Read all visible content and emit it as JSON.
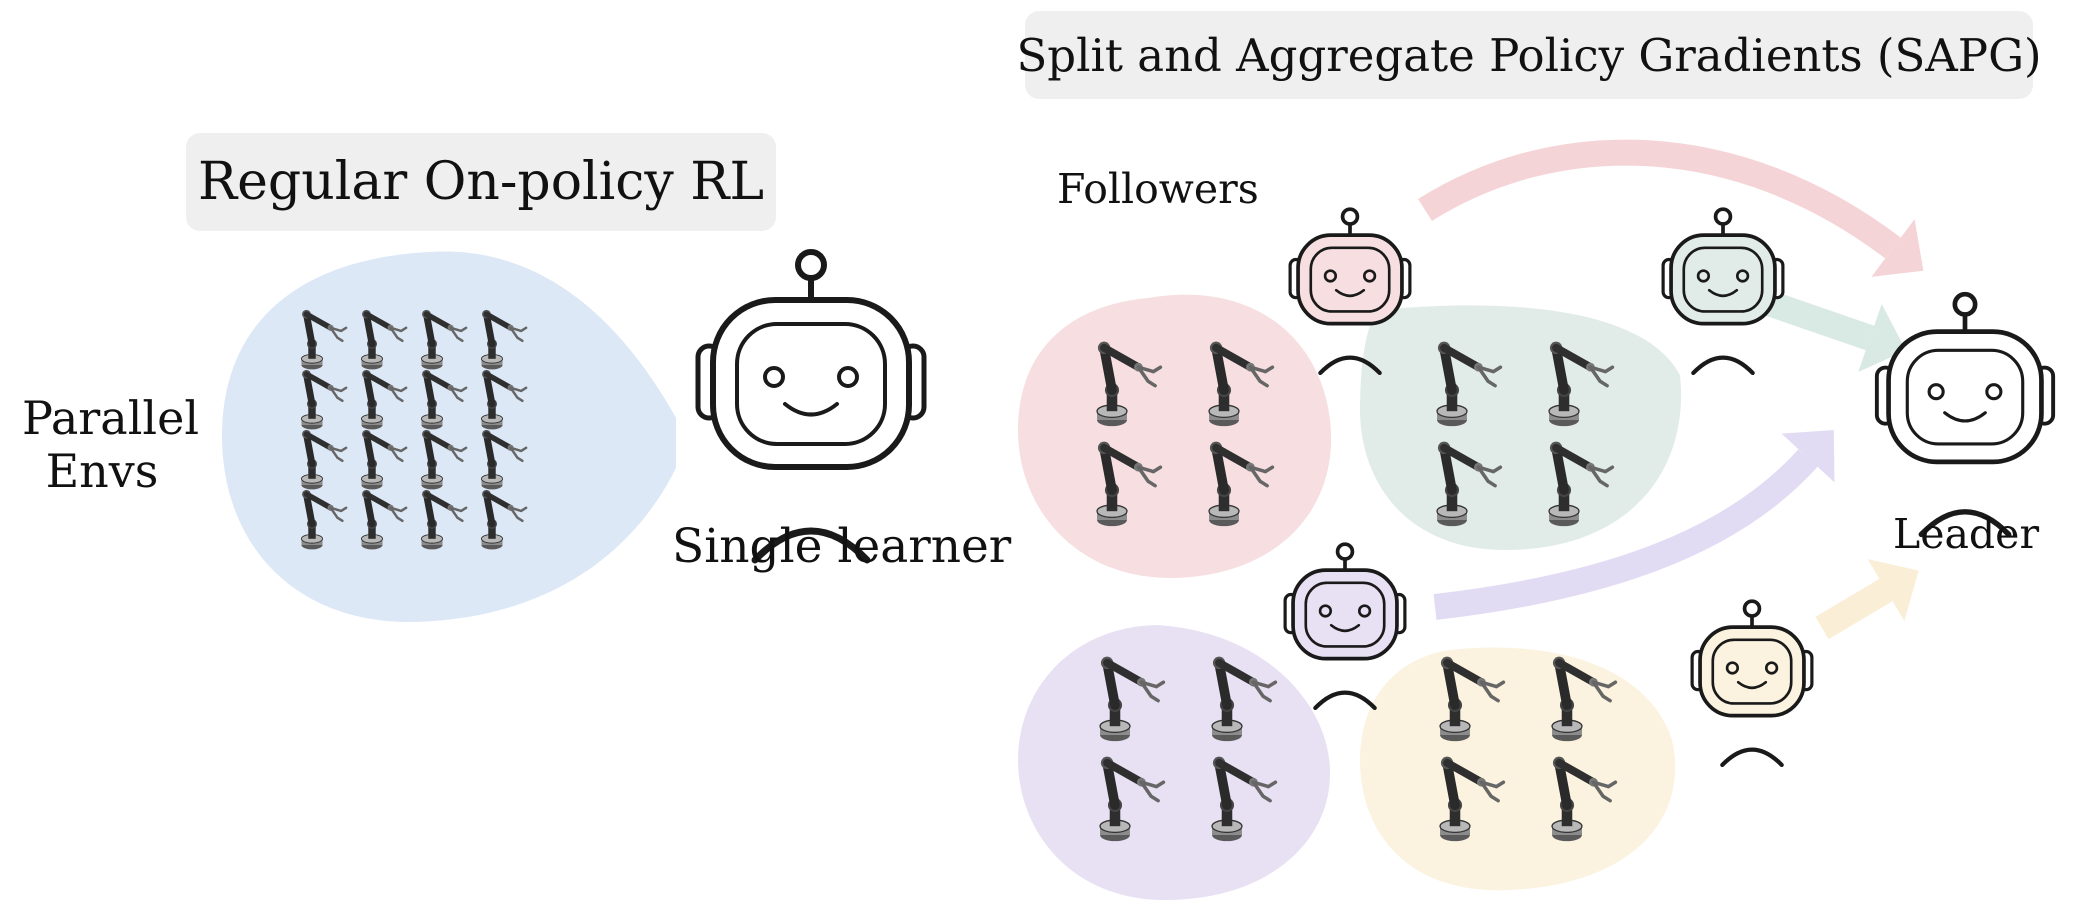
{
  "left": {
    "title": "Regular On-policy RL",
    "envs_label_line1": "Parallel",
    "envs_label_line2": "Envs",
    "learner_label": "Single learner",
    "env_color": "#dce8f6"
  },
  "right": {
    "title": "Split and Aggregate Policy Gradients (SAPG)",
    "followers_label": "Followers",
    "leader_label": "Leader",
    "group_colors": {
      "pink": "#f7dfe1",
      "teal": "#e1ece8",
      "purple": "#e8e1f3",
      "yellow": "#fbf3df"
    },
    "arrow_colors": {
      "pink": "#f5d4d7",
      "teal": "#d9e9e4",
      "purple": "#e2dbf4",
      "yellow": "#fbeed6"
    }
  }
}
